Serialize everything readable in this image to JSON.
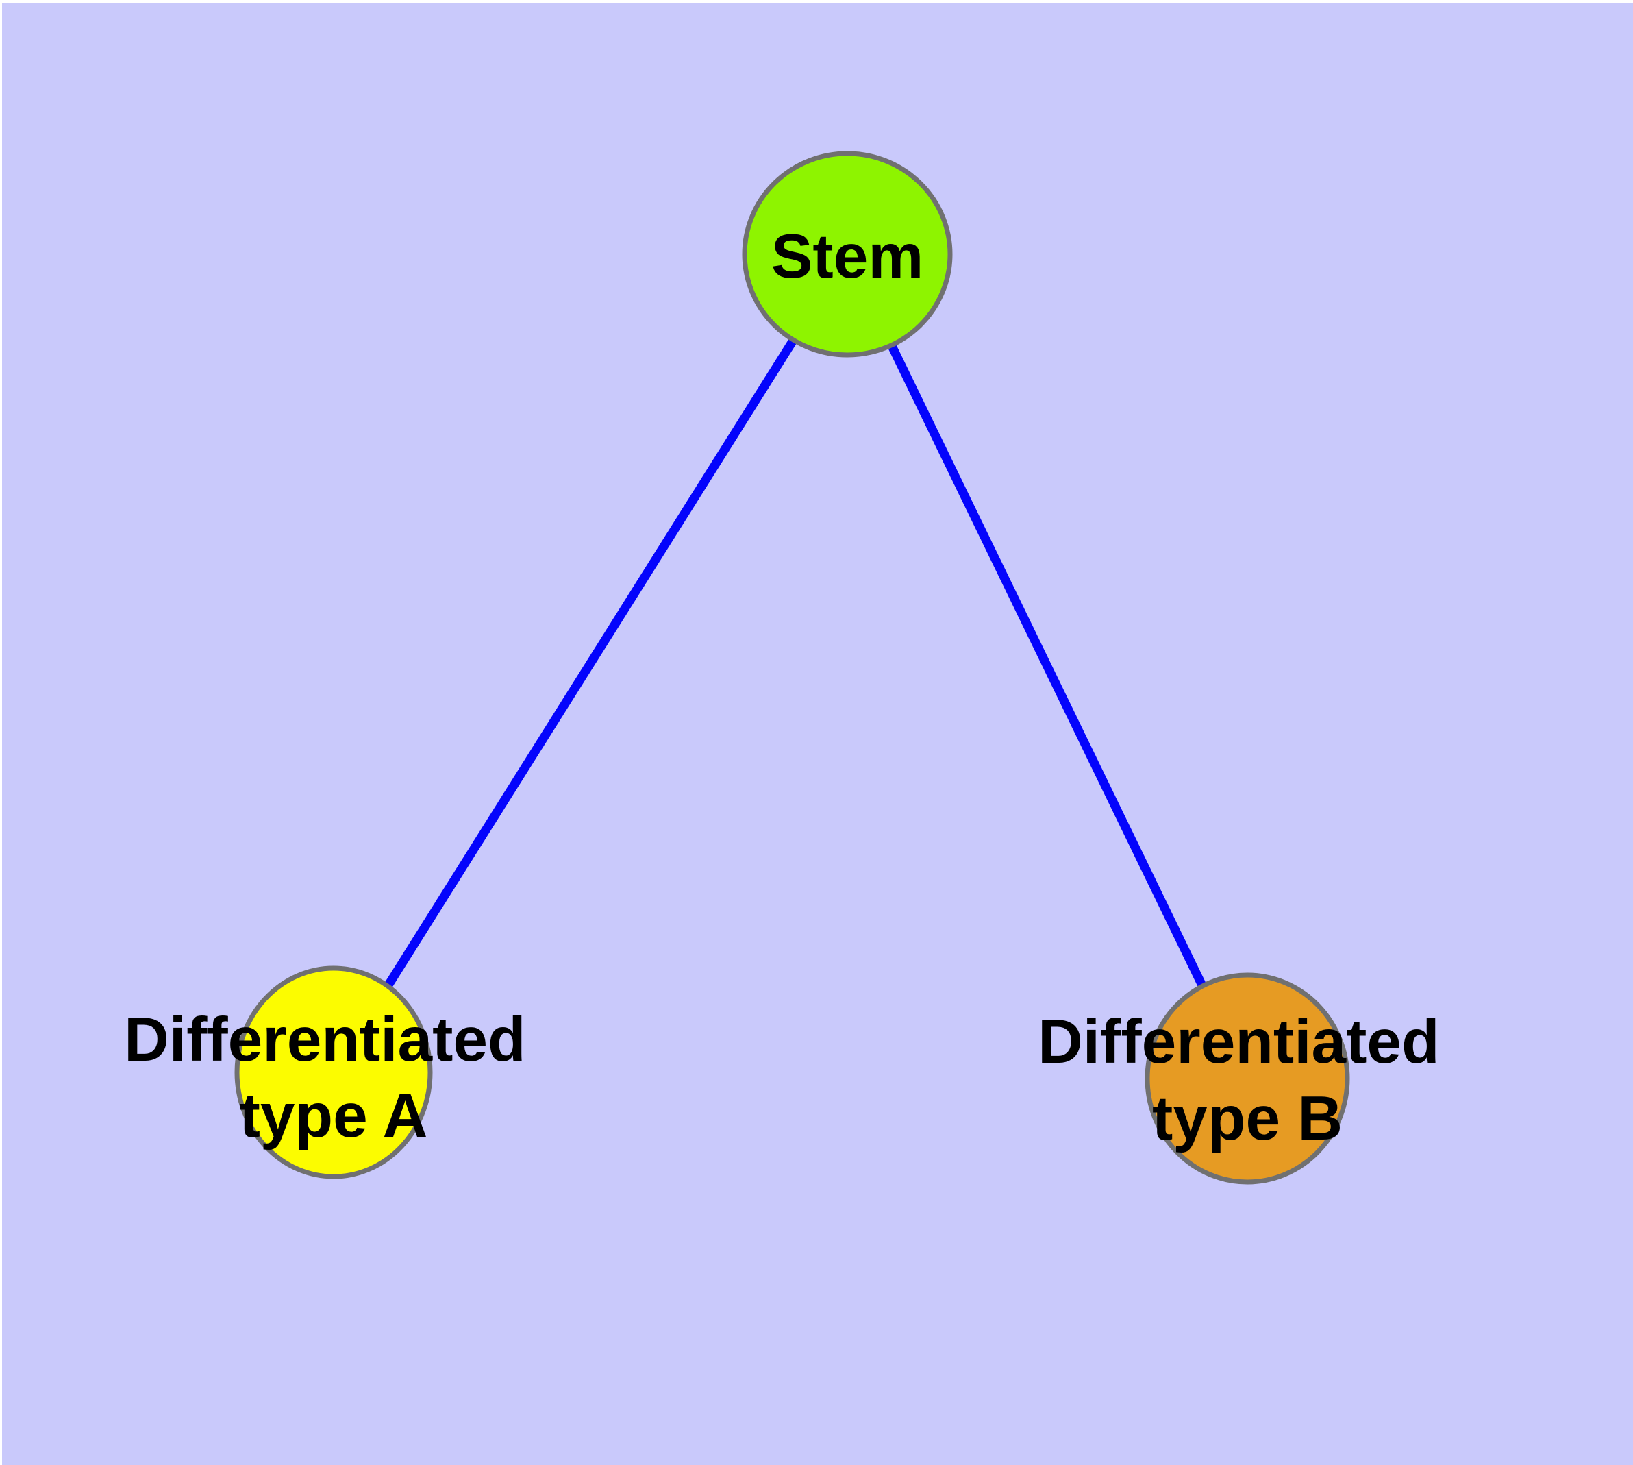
{
  "diagram": {
    "background_color": "#c9c9fb",
    "frame_color": "#ffffff",
    "edge_color": "#0404fc",
    "edge_stroke_width": "13",
    "node_border_color": "#707070",
    "nodes": {
      "stem": {
        "label": "Stem",
        "fill": "#8ef400"
      },
      "typeA": {
        "label_line1": "Differentiated",
        "label_line2": "type A",
        "fill": "#fcfc00"
      },
      "typeB": {
        "label_line1": "Differentiated",
        "label_line2": "type B",
        "fill": "#e69b23"
      }
    },
    "edges": [
      {
        "from": "Stem",
        "to": "Differentiated type A"
      },
      {
        "from": "Stem",
        "to": "Differentiated type B"
      }
    ]
  }
}
